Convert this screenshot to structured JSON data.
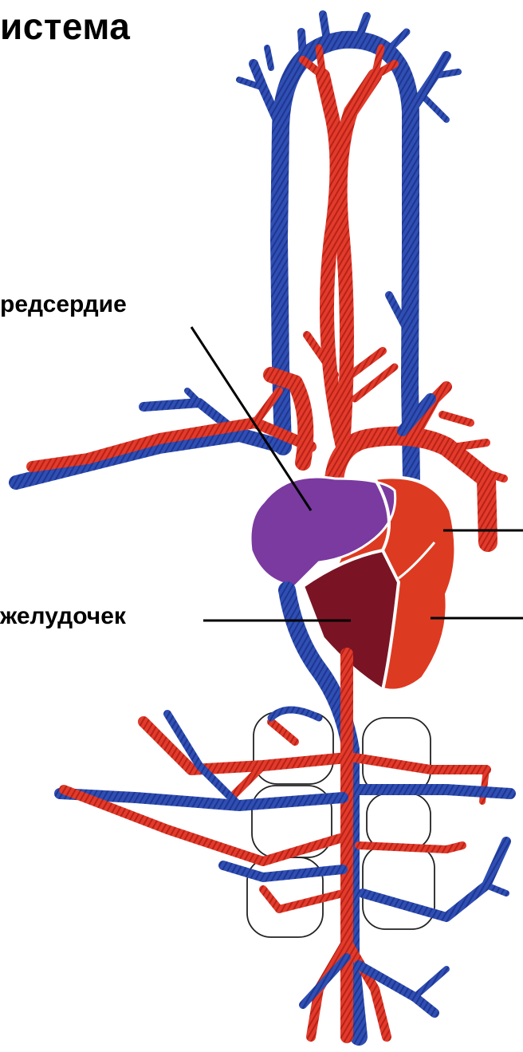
{
  "title": "истема",
  "labels": {
    "atrium": "редсердие",
    "ventricle": "желудочек"
  },
  "colors": {
    "vein": "#2f4fb4",
    "vein_dark": "#1f3690",
    "artery": "#e23b2c",
    "artery_dark": "#b82216",
    "atrium_fill": "#7a3aa0",
    "ventricle_dark": "#7a1424",
    "ventricle_red": "#dd3a22",
    "leader": "#000000"
  }
}
